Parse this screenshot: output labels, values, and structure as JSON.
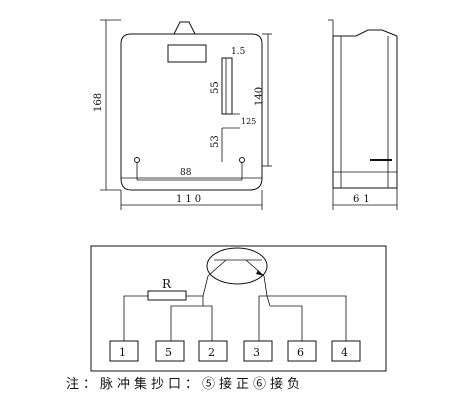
{
  "front_view": {
    "dim_height_outer": "168",
    "dim_height_inner": "140",
    "dim_width": "110",
    "dim_window_offset": "1.5",
    "dim_upper": "55",
    "dim_mid": "125",
    "dim_lower": "53",
    "dim_mount_span": "88"
  },
  "side_view": {
    "dim_depth": "61"
  },
  "wiring": {
    "resistor_label": "R",
    "terminals": [
      "1",
      "5",
      "2",
      "3",
      "6",
      "4"
    ]
  },
  "note": "注：脉冲集抄口：⑤接正⑥接负"
}
